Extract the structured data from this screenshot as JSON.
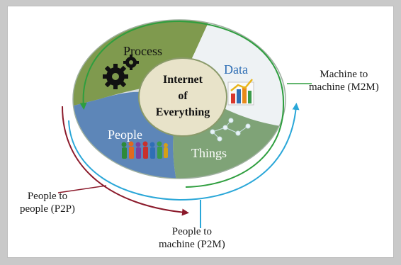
{
  "center": {
    "line1": "Internet",
    "line2": "of",
    "line3": "Everything"
  },
  "segments": {
    "process": "Process",
    "data": "Data",
    "people": "People",
    "things": "Things"
  },
  "connections": {
    "m2m_line1": "Machine to",
    "m2m_line2": "machine (M2M)",
    "p2p_line1": "People to",
    "p2p_line2": "people (P2P)",
    "p2m_line1": "People to",
    "p2m_line2": "machine (P2M)"
  },
  "colors": {
    "m2m_arrow": "#2e9e3e",
    "p2p_arrow": "#8b1a2b",
    "p2m_arrow": "#2aa7d8",
    "process_fill": "#7f9a4e",
    "data_fill": "#eef2f4",
    "people_fill": "#5d86b8",
    "things_fill": "#7fa377",
    "center_fill": "#e8e3c9"
  }
}
